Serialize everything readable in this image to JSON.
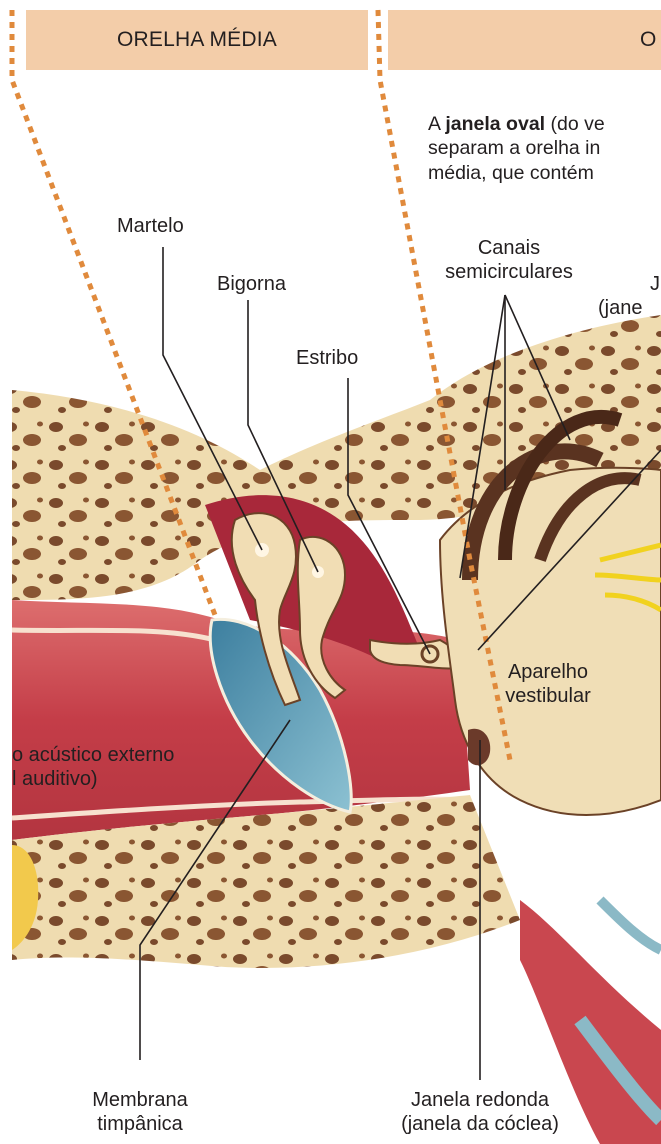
{
  "header": {
    "left_title": "ORELHA MÉDIA",
    "right_title": "O"
  },
  "intro": {
    "line1_prefix": "A ",
    "line1_bold": "janela oval",
    "line1_rest": " (do ve",
    "line2": "separam a orelha in",
    "line3": "média, que contém"
  },
  "labels": {
    "martelo": "Martelo",
    "bigorna": "Bigorna",
    "estribo": "Estribo",
    "canais_l1": "Canais",
    "canais_l2": "semicirculares",
    "right_partial_l1": "J",
    "right_partial_l2": "(jane",
    "aparelho_l1": "Aparelho",
    "aparelho_l2": "vestibular",
    "meato_l1": "o acústico externo",
    "meato_l2": "l auditivo)",
    "membrana_l1": "Membrana",
    "membrana_l2": "timpânica",
    "janela_redonda_l1": "Janela redonda",
    "janela_redonda_l2": "(janela da cóclea)"
  },
  "colors": {
    "header_bg": "#f3cda9",
    "bone": "#efdcb0",
    "bone_dark": "#7a4a2c",
    "canal": "#c9474f",
    "membrane": "#5e9ab4",
    "nerve": "#f1d21f",
    "dotted": "#e08a3c"
  }
}
